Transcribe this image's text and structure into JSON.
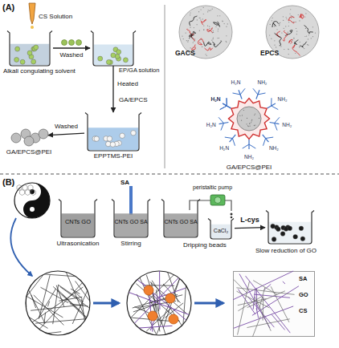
{
  "diagram": {
    "nodes": [
      {
        "text": [
          "Alkali congulating solvent"
        ]
      },
      {
        "text": [
          "EP/GA solution"
        ]
      },
      {
        "text": [
          "EPPTMS-PEI"
        ]
      },
      {
        "text": [
          "GA/EPCS@PEI"
        ]
      },
      {
        "text": [
          "GACS"
        ]
      },
      {
        "text": [
          "EPCS"
        ]
      },
      {
        "text": [
          "GA/EPCS@PEI"
        ]
      },
      {
        "text": [
          "CNTs GO",
          "Ultrasonication"
        ]
      },
      {
        "text": [
          "CNTs GO SA",
          "Stirring"
        ]
      },
      {
        "text": [
          "CNTs GO SA"
        ]
      },
      {
        "text": [
          "CaCl₂",
          "Dripping beads"
        ]
      },
      {
        "text": [
          "Slow reduction of GO"
        ]
      },
      {
        "text": [
          "SA",
          "GO",
          "CS"
        ]
      }
    ],
    "edges": [
      {
        "from": 0,
        "to": 1,
        "arrow": "to",
        "label": "Washed"
      },
      {
        "from": 1,
        "to": 2,
        "arrow": "to",
        "label": "Heated"
      },
      {
        "from": 2,
        "to": 3,
        "arrow": "to",
        "label": "Washed"
      },
      {
        "from": 10,
        "to": 11,
        "arrow": "to",
        "label": "L-cys"
      }
    ],
    "labels": [
      "(A)",
      "CS Solution",
      "GA/EPCS",
      "H₂N",
      "H₂N",
      "NH₂",
      "NH₂",
      "NH₂",
      "NH₂",
      "NH₂",
      "H₂N",
      "H₂N",
      "H₂N",
      "(B)",
      "SA",
      "peristaltic pump"
    ]
  }
}
